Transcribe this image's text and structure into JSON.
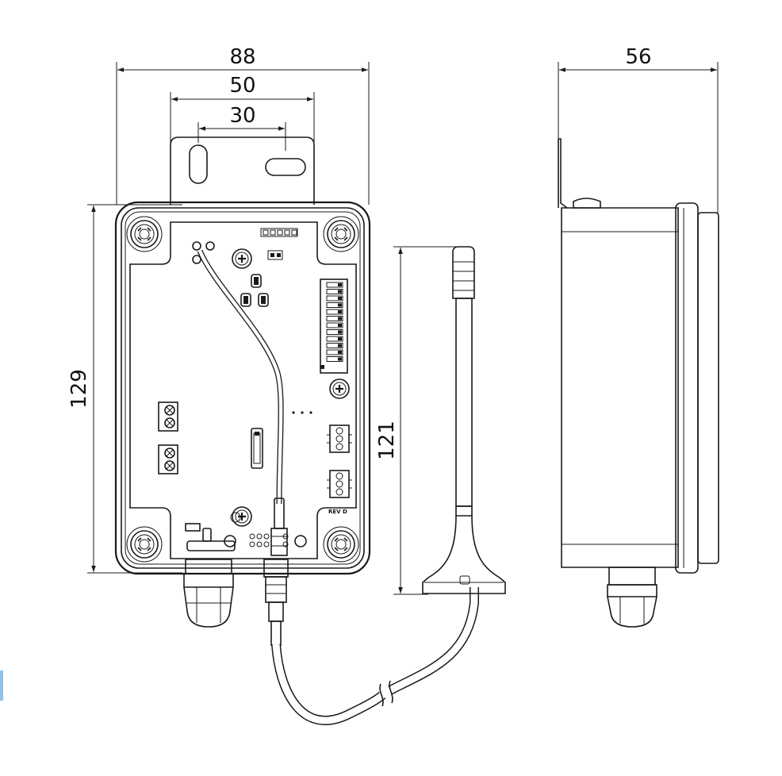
{
  "dimensions": {
    "overall_width": "88",
    "mount_width": "50",
    "hole_spacing": "30",
    "side_depth": "56",
    "enclosure_height": "129",
    "antenna_height": "121"
  },
  "pcb_label": "REV D",
  "colors": {
    "line": "#1a1a1a",
    "cable_fill": "#ffffff",
    "accent": "#8fc3ee"
  }
}
